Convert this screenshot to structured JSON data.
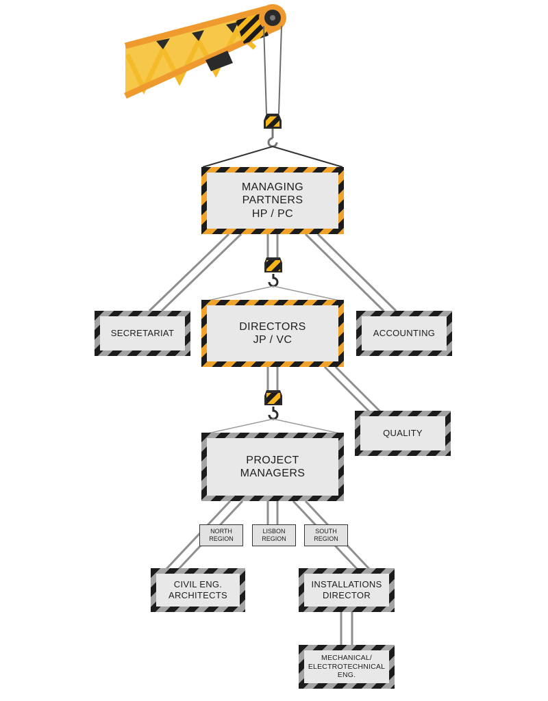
{
  "colors": {
    "hazard_yellow": "#f6b61c",
    "hazard_orange": "#f0a32a",
    "hazard_gray": "#a3a3a3",
    "hazard_black": "#1c1c1c",
    "panel_fill": "#e8e8e8",
    "cable": "#888888"
  },
  "icons": [
    "crane-boom-icon",
    "pulley-icon",
    "crane-hook-icon"
  ],
  "nodes": {
    "managing_partners": "MANAGING\nPARTNERS\nHP / PC",
    "secretariat": "SECRETARIAT",
    "accounting": "ACCOUNTING",
    "directors": "DIRECTORS\nJP / VC",
    "quality": "QUALITY",
    "project_managers": "PROJECT\nMANAGERS",
    "north_region": "NORTH\nREGION",
    "lisbon_region": "LISBON\nREGION",
    "south_region": "SOUTH\nREGION",
    "civil_eng": "CIVIL ENG.\nARCHITECTS",
    "installations_director": "INSTALLATIONS\nDIRECTOR",
    "mechanical": "MECHANICAL/\nELECTROTECHNICAL\nENG."
  }
}
